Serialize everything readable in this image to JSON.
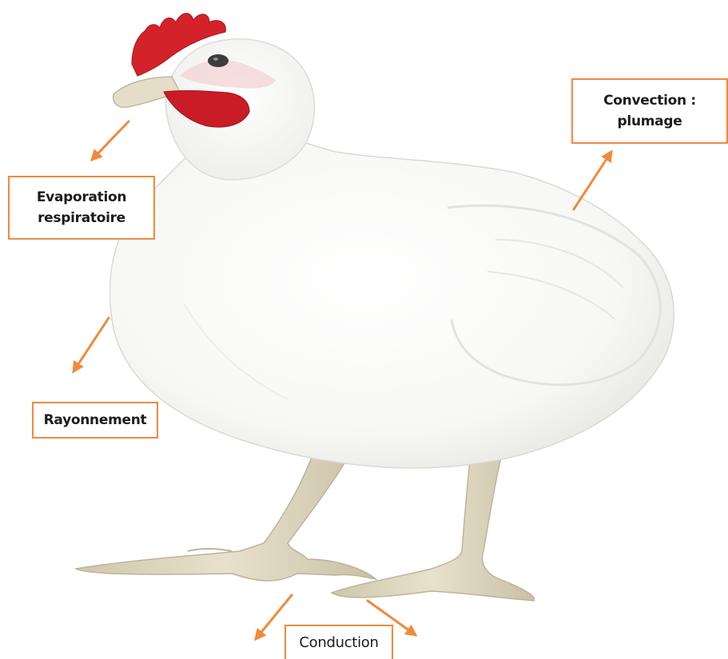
{
  "labels": {
    "convection": {
      "line1": "Convection :",
      "line2": "plumage"
    },
    "evaporation": {
      "line1": "Evaporation",
      "line2": "respiratoire"
    },
    "rayonnement": {
      "text": "Rayonnement"
    },
    "conduction": {
      "text": "Conduction"
    }
  },
  "colors": {
    "accent": "#f08a3c",
    "feather": "#ffffff",
    "comb": "#d4222b",
    "beak": "#e6ddc9",
    "legs": "#ddd5bd"
  },
  "illustration": "white-broiler-chicken"
}
